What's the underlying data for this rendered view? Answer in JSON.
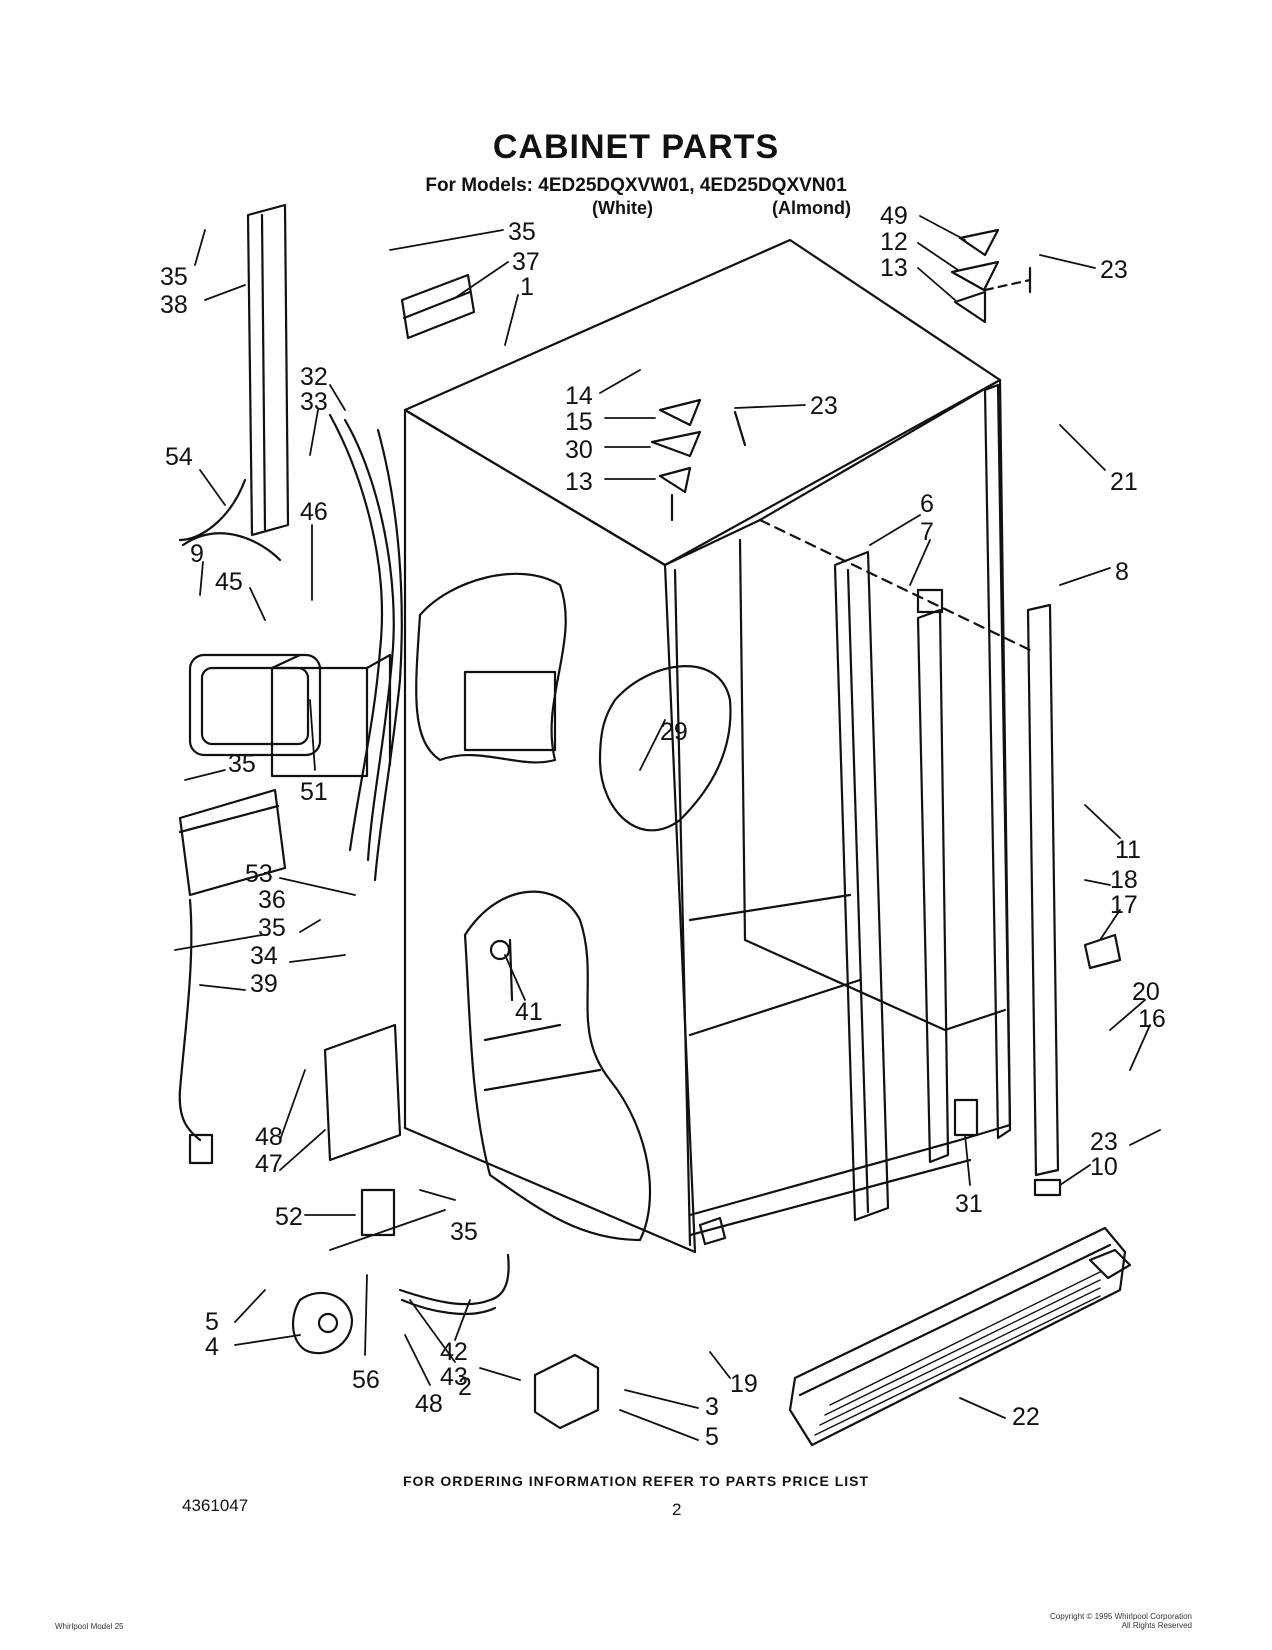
{
  "header": {
    "title": "CABINET PARTS",
    "models_line": "For Models: 4ED25DQXVW01, 4ED25DQXVN01",
    "variant_white": "(White)",
    "variant_almond": "(Almond)"
  },
  "callouts": [
    "35",
    "37",
    "1",
    "49",
    "12",
    "13",
    "23",
    "35",
    "38",
    "32",
    "33",
    "14",
    "15",
    "23",
    "30",
    "13",
    "21",
    "54",
    "46",
    "9",
    "45",
    "6",
    "7",
    "8",
    "29",
    "35",
    "51",
    "11",
    "18",
    "17",
    "53",
    "36",
    "35",
    "34",
    "39",
    "41",
    "20",
    "16",
    "48",
    "23",
    "10",
    "47",
    "31",
    "52",
    "35",
    "5",
    "4",
    "56",
    "42",
    "43",
    "48",
    "2",
    "19",
    "22",
    "3",
    "5"
  ],
  "footer": {
    "ordering_note": "FOR ORDERING INFORMATION REFER TO PARTS PRICE LIST",
    "document_number": "4361047",
    "page_number": "2",
    "fine_print_left": "Whirlpool Model 25",
    "fine_print_right_1": "Copyright © 1995 Whirlpool Corporation",
    "fine_print_right_2": "All Rights Reserved"
  },
  "colors": {
    "ink": "#111111",
    "paper": "#ffffff"
  }
}
